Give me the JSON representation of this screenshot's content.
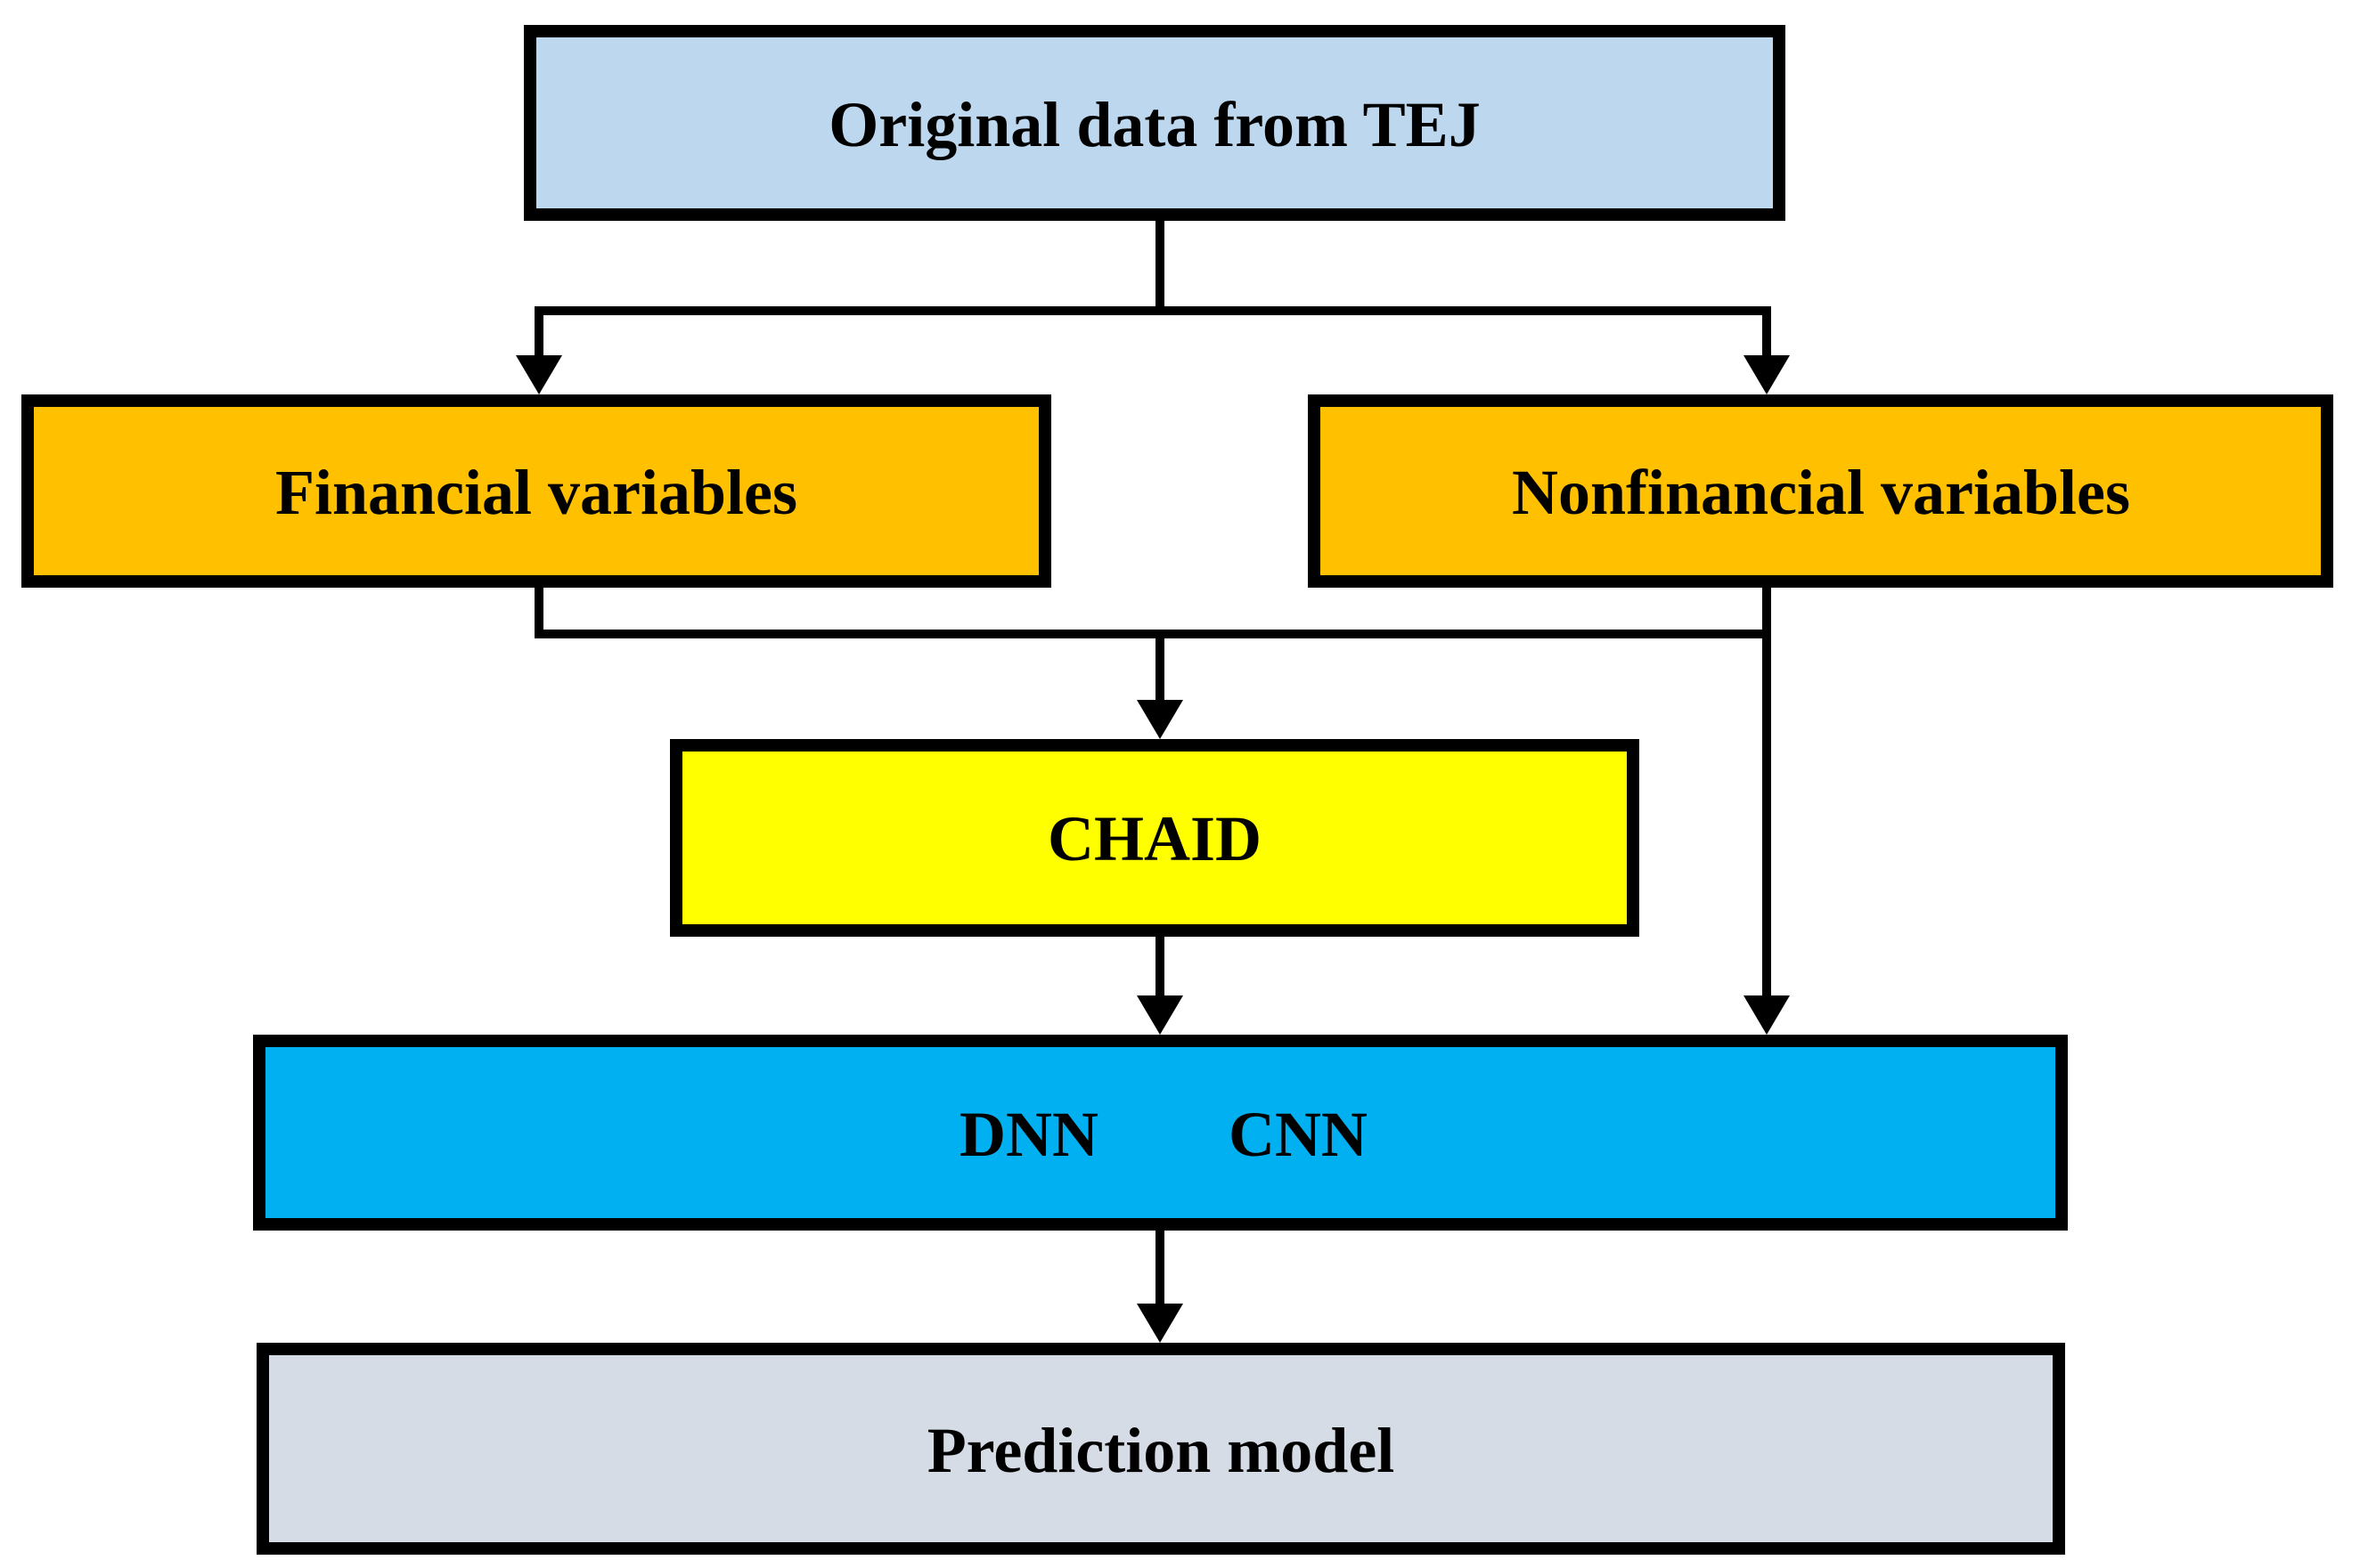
{
  "figure": {
    "background_color": "#ffffff",
    "border_color": "#000000",
    "connector_color": "#000000",
    "text_color": "#000000"
  },
  "nodes": {
    "tej": {
      "label": "Original data from TEJ",
      "fill": "#bdd7ee"
    },
    "financial": {
      "label": "Financial variables",
      "fill": "#ffc000"
    },
    "nonfinancial": {
      "label": "Nonfinancial variables",
      "fill": "#ffc000"
    },
    "chaid": {
      "label": "CHAID",
      "fill": "#ffff00"
    },
    "models": {
      "label_dnn": "DNN",
      "label_cnn": "CNN",
      "fill": "#00b0f0"
    },
    "prediction": {
      "label": "Prediction model",
      "fill": "#d6dce5"
    }
  },
  "edges": [
    {
      "from": "Original data from TEJ",
      "to": "Financial variables"
    },
    {
      "from": "Original data from TEJ",
      "to": "Nonfinancial variables"
    },
    {
      "from": "Financial variables",
      "to": "CHAID"
    },
    {
      "from": "Nonfinancial variables",
      "to": "CHAID"
    },
    {
      "from": "Nonfinancial variables",
      "to": "DNN CNN"
    },
    {
      "from": "CHAID",
      "to": "DNN CNN"
    },
    {
      "from": "DNN CNN",
      "to": "Prediction model"
    }
  ]
}
